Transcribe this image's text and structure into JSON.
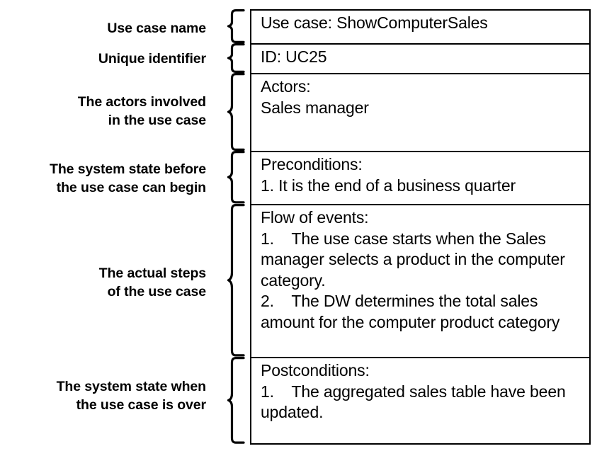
{
  "diagram": {
    "title_role": "use-case-specification-template",
    "annotations": [
      {
        "id": "use-case-name",
        "text": "Use case name"
      },
      {
        "id": "unique-id",
        "text": "Unique identifier"
      },
      {
        "id": "actors",
        "text": "The actors involved\nin the use case"
      },
      {
        "id": "preconditions",
        "text": "The system state before\nthe use case can begin"
      },
      {
        "id": "flow-of-events",
        "text": "The actual steps\nof the use case"
      },
      {
        "id": "postconditions",
        "text": "The system state when\nthe use case is over"
      }
    ]
  },
  "use_case": {
    "name_row": {
      "label": "Use case: ShowComputerSales"
    },
    "id_row": {
      "label": "ID: UC25"
    },
    "actors_row": {
      "heading": "Actors:",
      "items": [
        "Sales manager"
      ]
    },
    "preconditions_row": {
      "heading": "Preconditions:",
      "items": [
        "1. It is the end of a business quarter"
      ]
    },
    "flow_row": {
      "heading": "Flow of events:",
      "items": [
        "1.    The use case starts when the Sales manager selects a product in the computer category.",
        "2.    The DW determines the total sales amount for the computer product category"
      ]
    },
    "postconditions_row": {
      "heading": "Postconditions:",
      "items": [
        "1.    The aggregated sales table have been updated."
      ]
    }
  },
  "style": {
    "ink": "#000000",
    "paper": "#ffffff"
  }
}
